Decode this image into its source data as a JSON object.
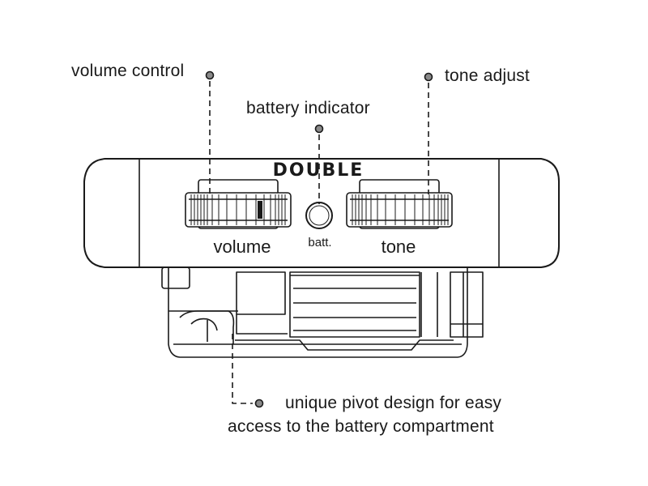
{
  "callouts": {
    "volume": "volume control",
    "battery": "battery indicator",
    "tone": "tone adjust",
    "pivot_line1": "unique pivot design for easy",
    "pivot_line2": "access to the battery compartment"
  },
  "device": {
    "brand": "DOUBLE",
    "volume_label": "volume",
    "batt_label": "batt.",
    "tone_label": "tone"
  },
  "colors": {
    "stroke": "#1a1a1a",
    "dot_fill": "#8a8a8a",
    "background": "#ffffff"
  }
}
